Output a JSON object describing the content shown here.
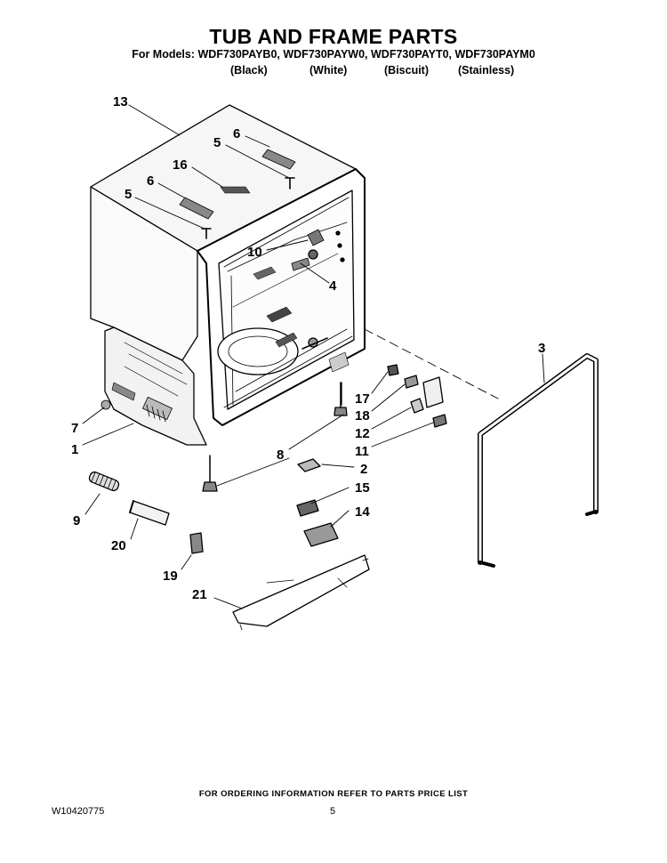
{
  "header": {
    "title": "TUB AND FRAME PARTS",
    "models_line": "For Models: WDF730PAYB0, WDF730PAYW0, WDF730PAYT0, WDF730PAYM0",
    "colors": [
      "(Black)",
      "(White)",
      "(Biscuit)",
      "(Stainless)"
    ]
  },
  "callouts": {
    "c13": "13",
    "c6a": "6",
    "c5a": "5",
    "c16": "16",
    "c6b": "6",
    "c5b": "5",
    "c10": "10",
    "c4": "4",
    "c3": "3",
    "c17": "17",
    "c18": "18",
    "c12": "12",
    "c11": "11",
    "c7": "7",
    "c1": "1",
    "c8": "8",
    "c2": "2",
    "c15": "15",
    "c14": "14",
    "c9": "9",
    "c20": "20",
    "c19": "19",
    "c21": "21"
  },
  "footer": {
    "ordering_note": "FOR ORDERING INFORMATION REFER TO PARTS PRICE LIST",
    "doc_number": "W10420775",
    "page_number": "5"
  }
}
